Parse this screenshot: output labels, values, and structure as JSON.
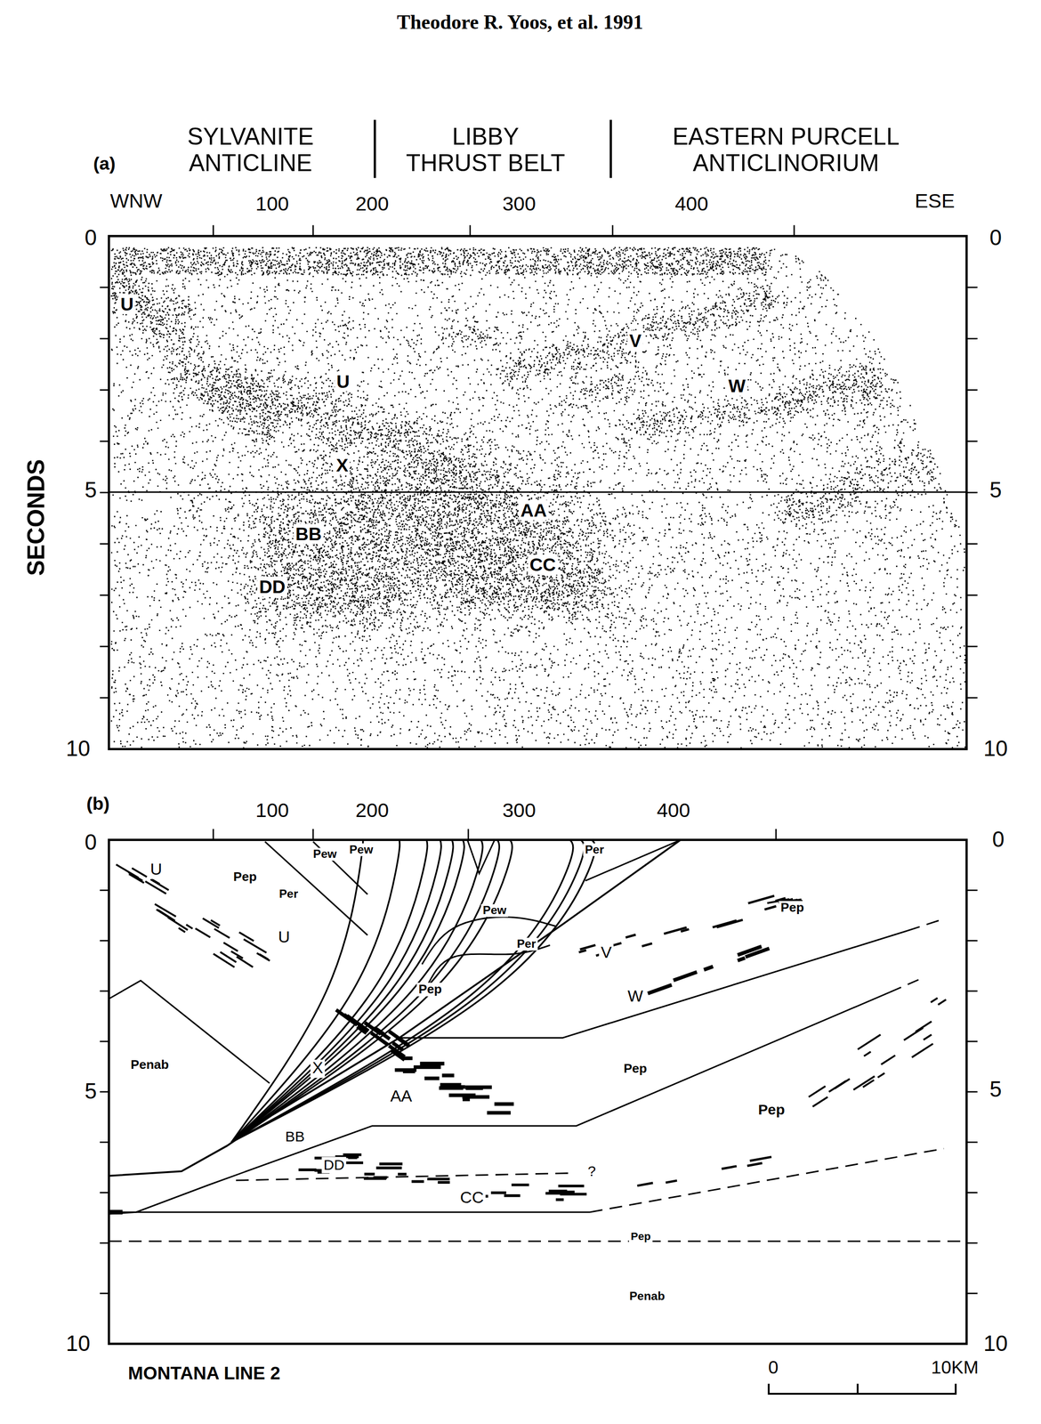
{
  "diagram": {
    "title": "Theodore R. Yoos, et al. 1991",
    "labels": [
      "(a)",
      "SYLVANITE ANTICLINE",
      "LIBBY THRUST BELT",
      "EASTERN PURCELL ANTICLINORIUM",
      "WNW",
      "100",
      "200",
      "300",
      "400",
      "ESE",
      "0",
      "0",
      "SECONDS",
      "5",
      "5",
      "10",
      "10",
      "U",
      "V",
      "U",
      "W",
      "X",
      "AA",
      "BB",
      "CC",
      "DD",
      "(b)",
      "100",
      "200",
      "300",
      "400",
      "0",
      "0",
      "Pew",
      "Pew",
      "Per",
      "U",
      "Pep",
      "Per",
      "Pew",
      "Pep",
      "U",
      "Per",
      "V",
      "Pep",
      "W",
      "Penab",
      "X",
      "Pep",
      "5",
      "5",
      "AA",
      "Pep",
      "BB",
      "DD",
      "?",
      "CC",
      "Pep",
      "Penab",
      "10",
      "10",
      "MONTANA LINE 2",
      "0",
      "10KM"
    ]
  }
}
